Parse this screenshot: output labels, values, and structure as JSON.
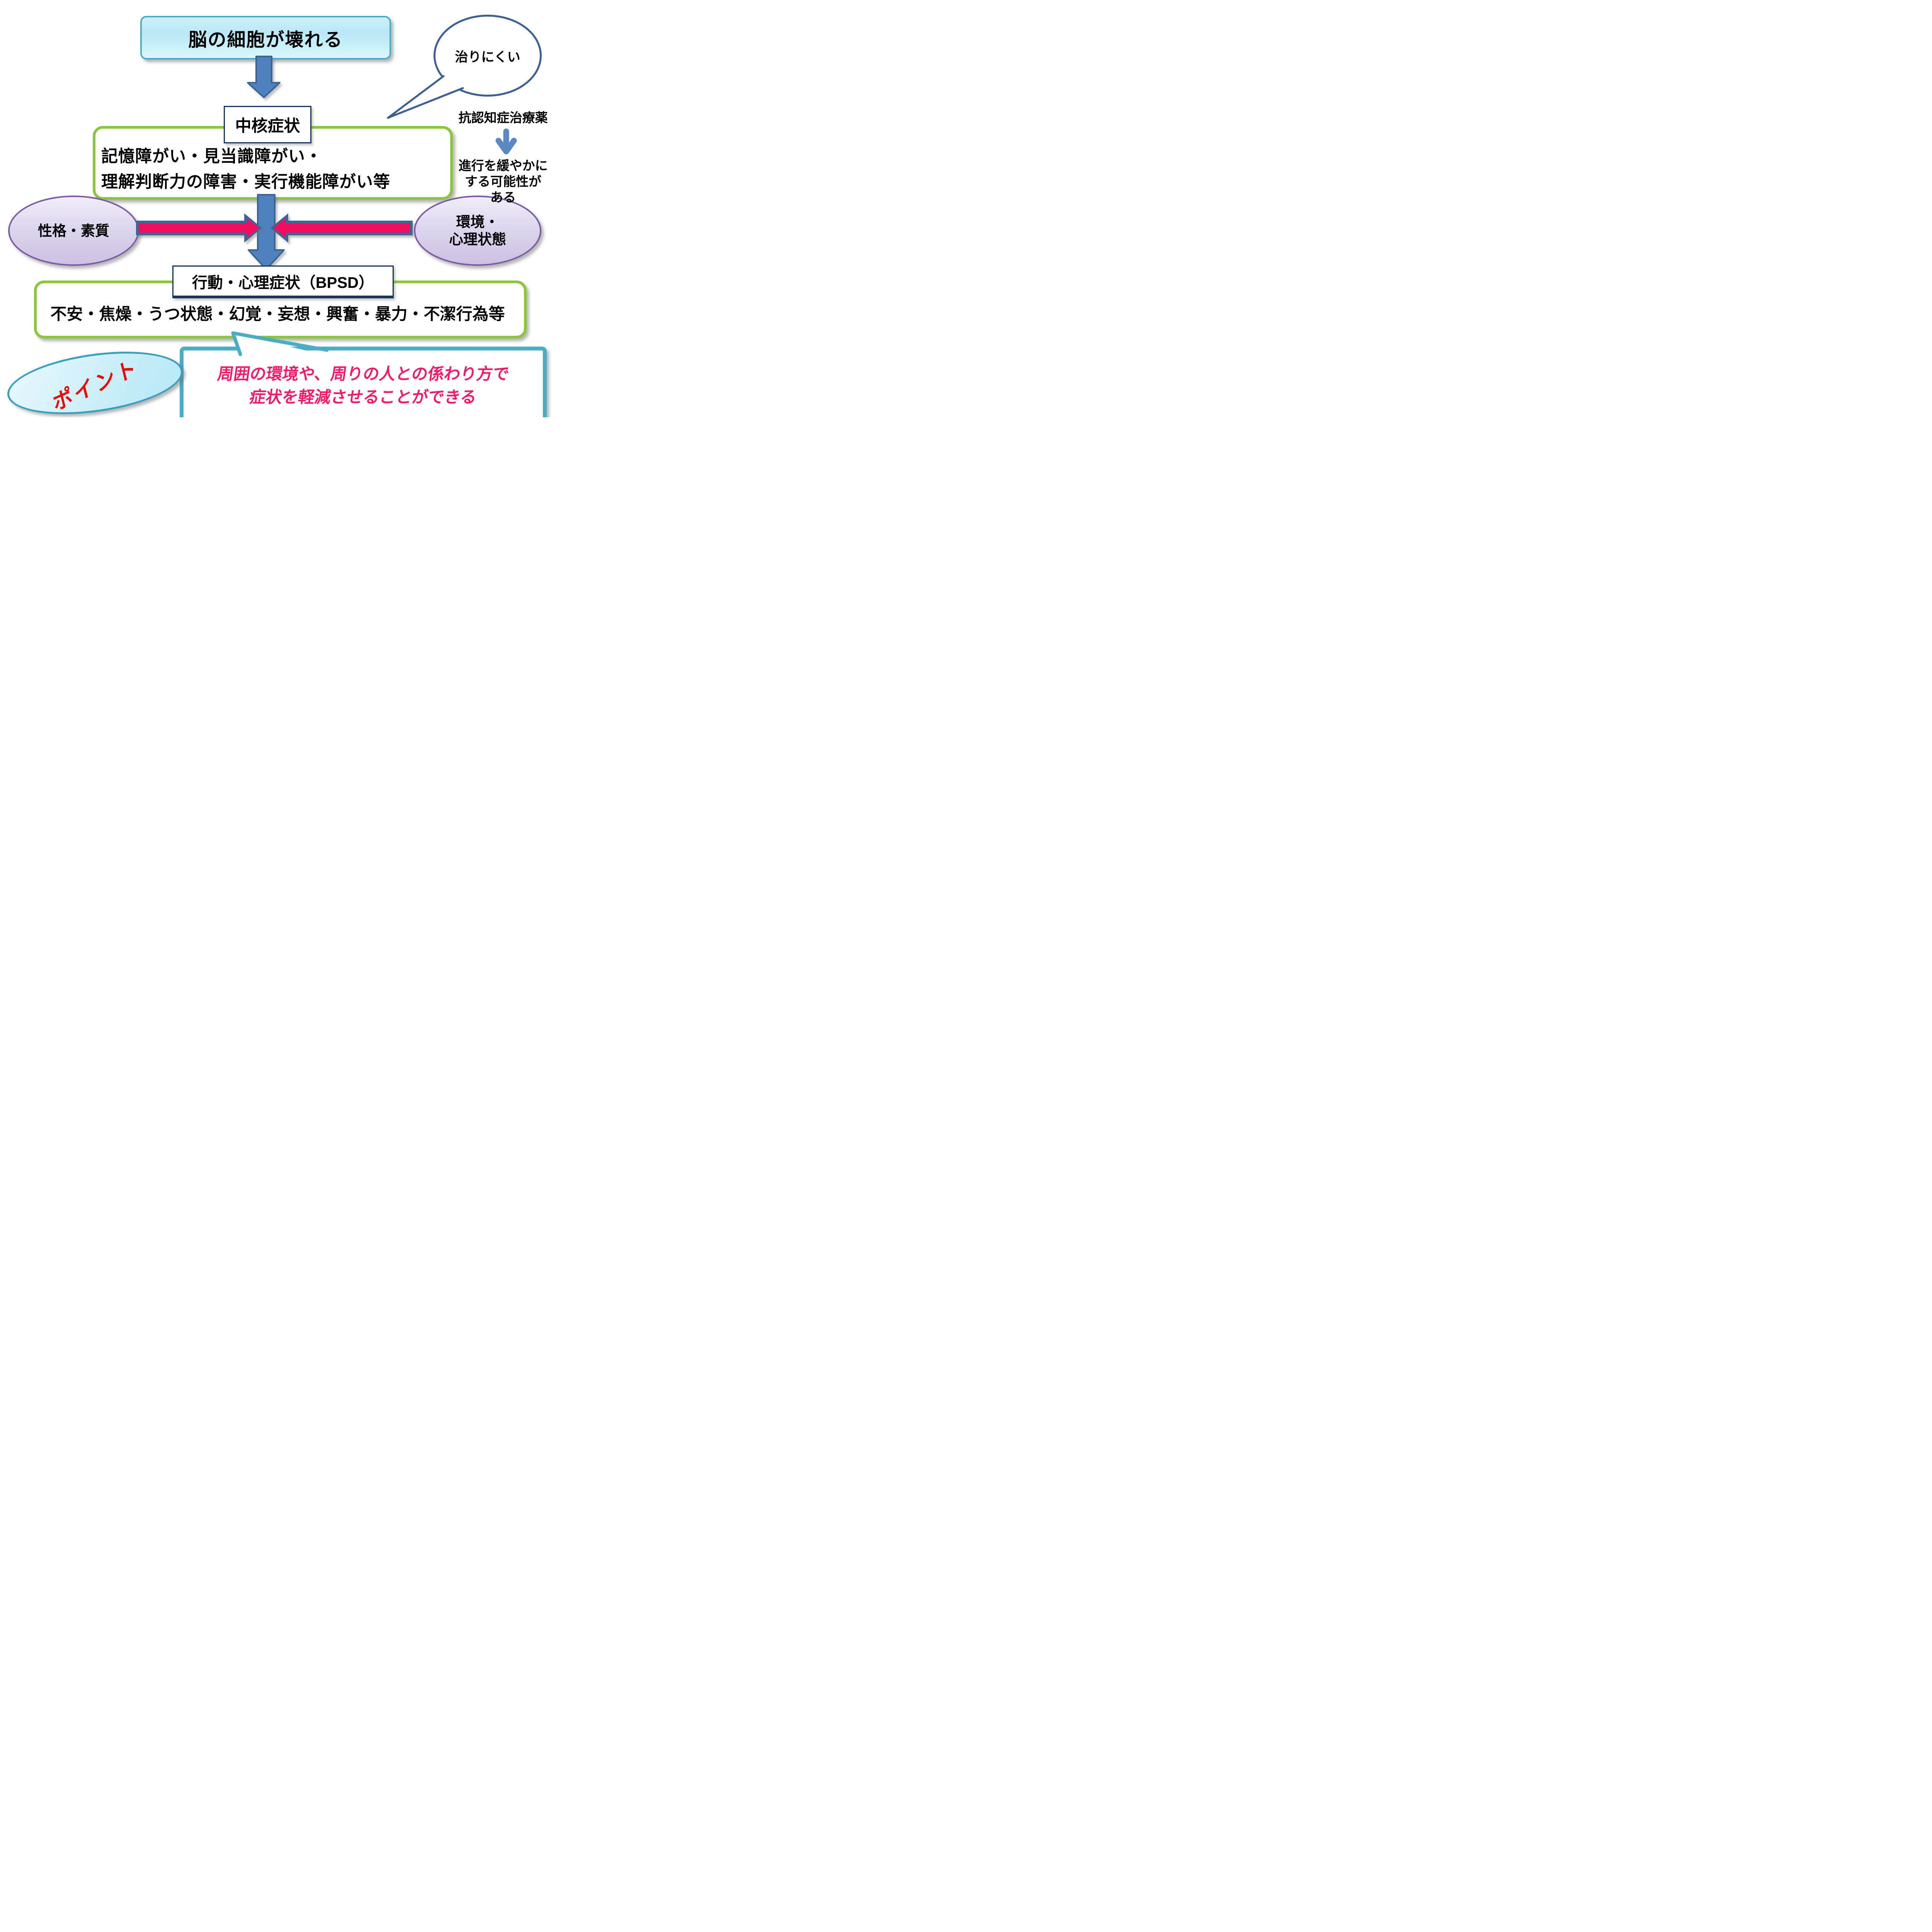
{
  "diagram": {
    "top_box": {
      "label": "脳の細胞が壊れる"
    },
    "bubble": {
      "label": "治りにくい"
    },
    "core_box": {
      "title": "中核症状",
      "lines": [
        "記憶障がい・見当識障がい・",
        "理解判断力の障害・実行機能障がい等"
      ]
    },
    "medication": {
      "heading": "抗認知症治療薬",
      "note_lines": [
        "進行を緩やかに",
        "する可能性が",
        "ある"
      ]
    },
    "left_ellipse": {
      "label": "性格・素質"
    },
    "right_ellipse": {
      "lines": [
        "環境・",
        "心理状態"
      ]
    },
    "bpsd_box": {
      "title": "行動・心理症状（BPSD）",
      "body": "不安・焦燥・うつ状態・幻覚・妄想・興奮・暴力・不潔行為等"
    },
    "point_badge": {
      "label": "ポイント"
    },
    "bottom_box": {
      "lines": [
        "周囲の環境や、周りの人との係わり方で",
        "症状を軽減させることができる"
      ]
    },
    "colors": {
      "cyan_border": "#4BACC6",
      "green_border": "#8CC63E",
      "navy_border": "#17365D",
      "blue_arrow_fill": "#4F81BD",
      "blue_arrow_stroke": "#3B6394",
      "pink_arrow_fill": "#F20D60",
      "purple_border": "#7B5CA6",
      "bubble_border": "#3D6091",
      "point_text_red": "#E90A0A",
      "bottom_text_pink": "#F2196B"
    }
  }
}
